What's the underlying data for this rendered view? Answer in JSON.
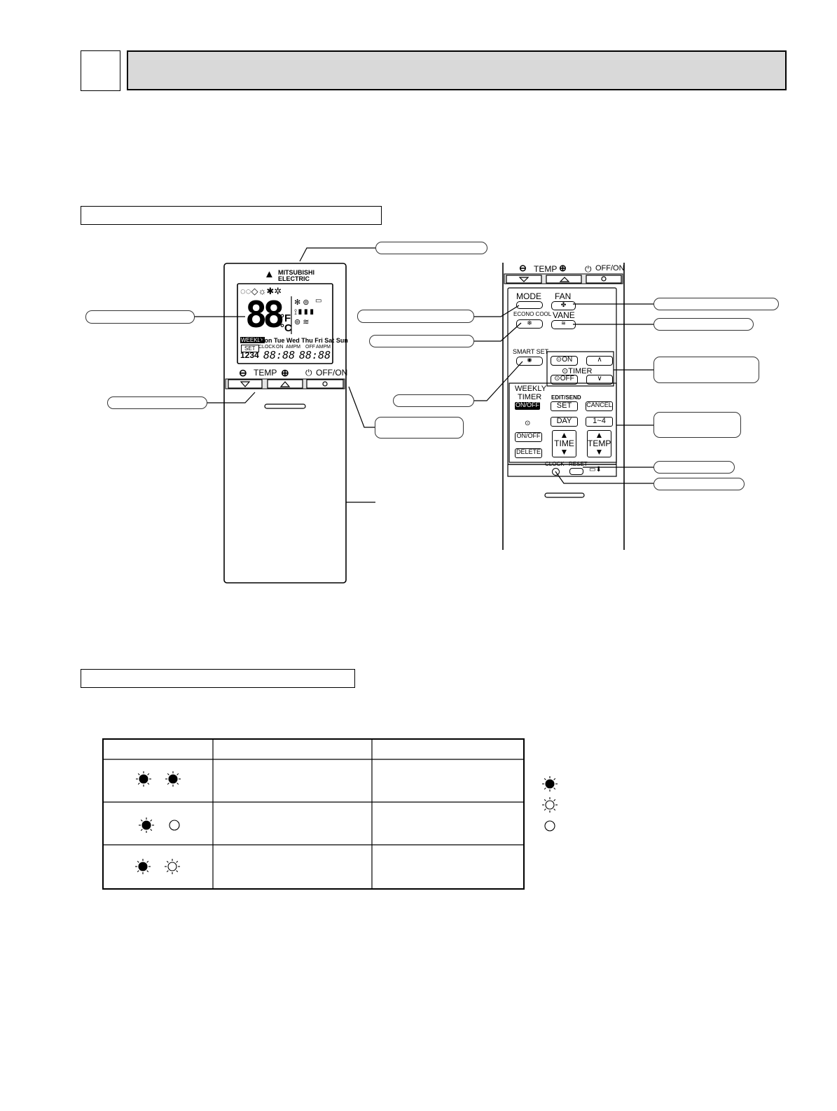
{
  "remote": {
    "brand_line1": "MITSUBISHI",
    "brand_line2": "ELECTRIC",
    "display_digits": "88",
    "unit_f": "°F",
    "unit_c": "°C",
    "weekly_badge": "WEEKLY",
    "days": [
      "Mon",
      "Tue",
      "Wed",
      "Thu",
      "Fri",
      "Sat",
      "Sun"
    ],
    "set_badge": "SET",
    "clock_label": "CLOCK",
    "on_label": "ON",
    "ampm_label": "AMPM",
    "off_label": "OFF",
    "program_numbers": "1234",
    "time_left": "88:88",
    "time_right": "88:88",
    "temp_label": "TEMP",
    "offon_label": "OFF/ON"
  },
  "panel": {
    "temp_label": "TEMP",
    "offon_label": "OFF/ON",
    "mode_label": "MODE",
    "fan_label": "FAN",
    "econo_label": "ECONO COOL",
    "vane_label": "VANE",
    "smart_label": "SMART SET",
    "timer_on": "ON",
    "timer_off": "OFF",
    "timer_label": "TIMER",
    "weekly_label_1": "WEEKLY",
    "weekly_label_2": "TIMER",
    "weekly_onoff": "ON/OFF",
    "edit_send": "EDIT/SEND",
    "set": "SET",
    "cancel": "CANCEL",
    "day": "DAY",
    "range": "1~4",
    "onoff": "ON/OFF",
    "delete": "DELETE",
    "time": "TIME",
    "temp": "TEMP",
    "clock": "CLOCK",
    "reset": "RESET"
  },
  "colors": {
    "section_header_bg": "#d9d9d9"
  }
}
